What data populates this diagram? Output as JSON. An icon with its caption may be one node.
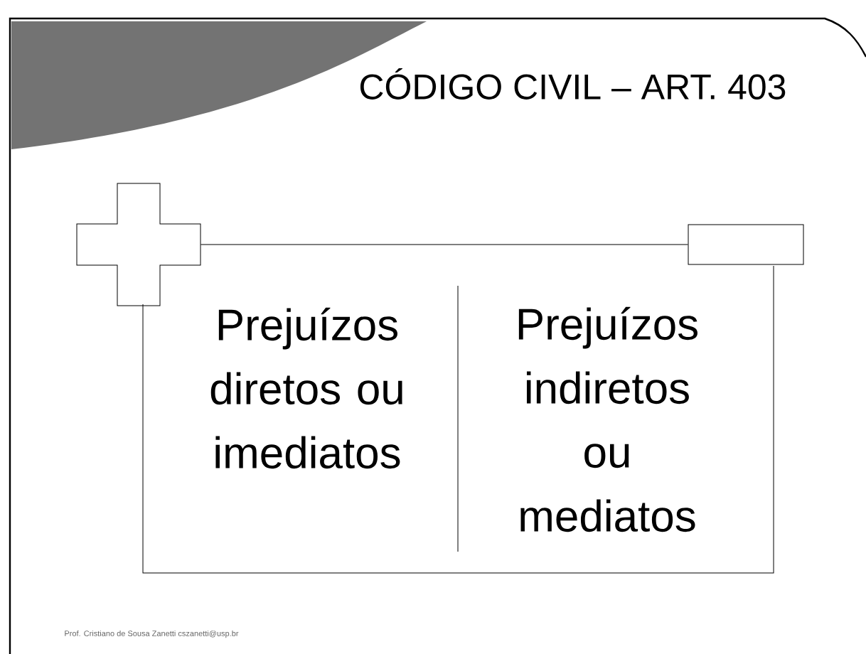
{
  "diagram": {
    "title": "CÓDIGO CIVIL – ART. 403",
    "nodes": [
      {
        "text": [],
        "shape": "cross"
      },
      {
        "text": [],
        "shape": "box"
      },
      {
        "text": [
          "Prejuízos diretos ou imediatos"
        ]
      },
      {
        "text": [
          "Prejuízos indiretos ou mediatos"
        ]
      }
    ],
    "edges": [
      {
        "from": 0,
        "to": 1,
        "arrow": "none"
      }
    ],
    "labels": [
      "Prof. Cristiano de Sousa Zanetti  cszanetti@usp.br"
    ]
  }
}
